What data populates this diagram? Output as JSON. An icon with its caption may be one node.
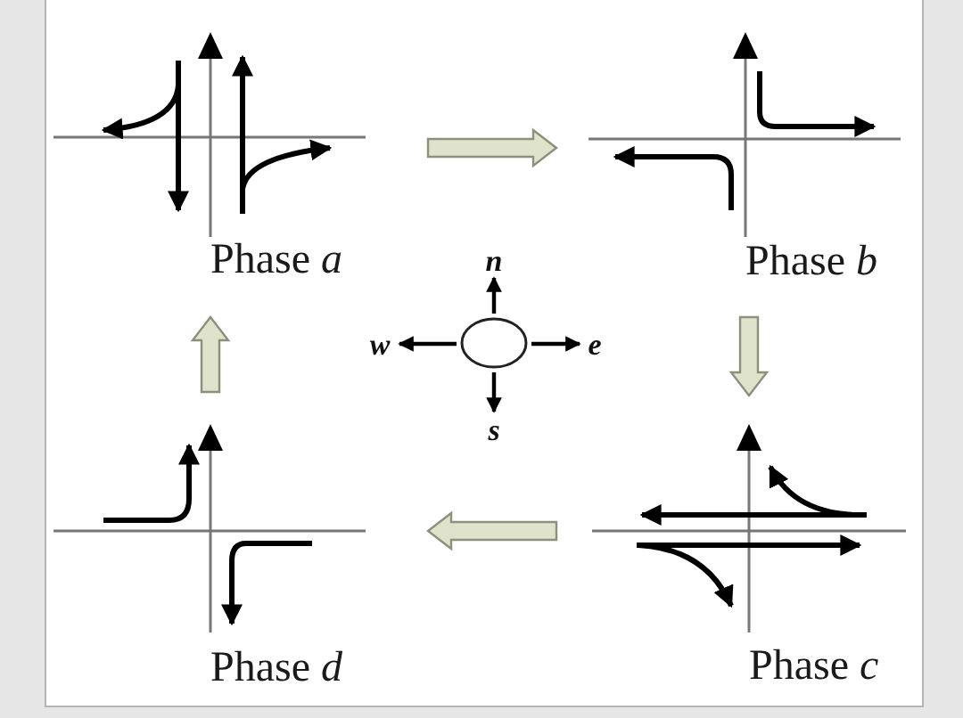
{
  "diagram": {
    "nodes": [
      {
        "text": [
          "Phase *a*"
        ]
      },
      {
        "text": [
          "Phase *b*"
        ]
      },
      {
        "text": [
          "Phase *c*"
        ]
      },
      {
        "text": [
          "Phase *d*"
        ]
      },
      {
        "text": [],
        "shape": "circle"
      },
      {
        "text": [
          "n"
        ]
      },
      {
        "text": [
          "e"
        ]
      },
      {
        "text": [
          "s"
        ]
      },
      {
        "text": [
          "w"
        ]
      }
    ],
    "edges": [
      {
        "from": 0,
        "to": 1,
        "arrow": "to",
        "style": "thick",
        "color": "#dfe3cc"
      },
      {
        "from": 1,
        "to": 2,
        "arrow": "to",
        "style": "thick",
        "color": "#dfe3cc"
      },
      {
        "from": 2,
        "to": 3,
        "arrow": "to",
        "style": "thick",
        "color": "#dfe3cc"
      },
      {
        "from": 3,
        "to": 0,
        "arrow": "to",
        "style": "thick",
        "color": "#dfe3cc"
      },
      {
        "from": 4,
        "to": 5,
        "arrow": "to"
      },
      {
        "from": 4,
        "to": 6,
        "arrow": "to"
      },
      {
        "from": 4,
        "to": 7,
        "arrow": "to"
      },
      {
        "from": 4,
        "to": 8,
        "arrow": "to"
      }
    ]
  }
}
